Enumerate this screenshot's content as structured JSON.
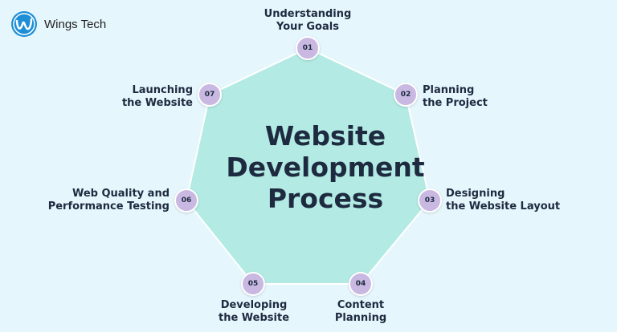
{
  "brand": {
    "name": "Wings Tech"
  },
  "title": {
    "lines": [
      "Website",
      "Development",
      "Process"
    ]
  },
  "colors": {
    "background": "#e6f6fd",
    "shape": "#b3ebe4",
    "badge": "#c9b9e2",
    "text": "#1d2a3f",
    "logo": "#1e8fd6"
  },
  "steps": [
    {
      "number": "01",
      "lines": [
        "Understanding",
        "Your Goals"
      ]
    },
    {
      "number": "02",
      "lines": [
        "Planning",
        "the Project"
      ]
    },
    {
      "number": "03",
      "lines": [
        "Designing",
        "the Website Layout"
      ]
    },
    {
      "number": "04",
      "lines": [
        "Content",
        "Planning"
      ]
    },
    {
      "number": "05",
      "lines": [
        "Developing",
        "the Website"
      ]
    },
    {
      "number": "06",
      "lines": [
        "Web Quality and",
        "Performance Testing"
      ]
    },
    {
      "number": "07",
      "lines": [
        "Launching",
        "the Website"
      ]
    }
  ]
}
